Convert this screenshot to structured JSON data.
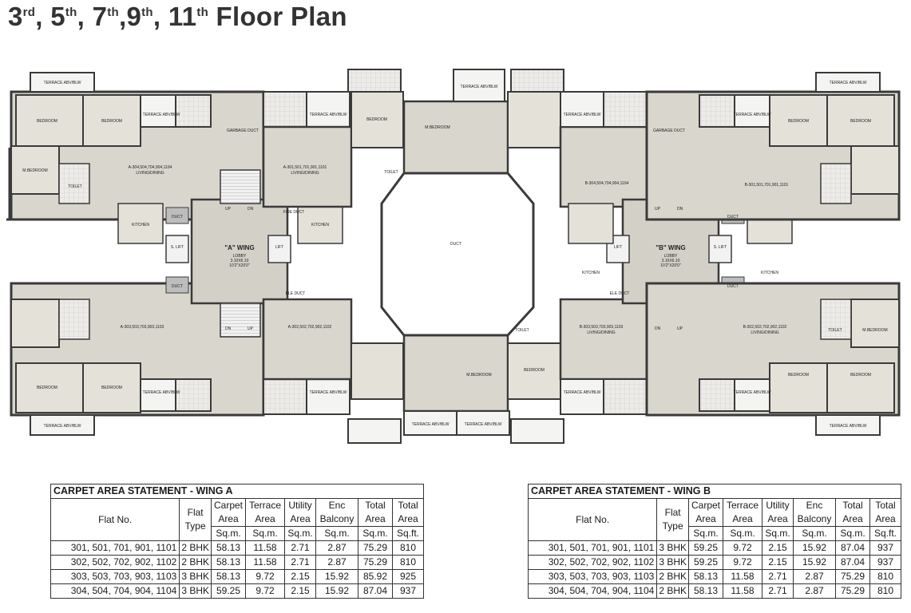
{
  "title": {
    "parts": [
      {
        "num": "3",
        "suf": "rd",
        "sep": ", "
      },
      {
        "num": "5",
        "suf": "th",
        "sep": ", "
      },
      {
        "num": "7",
        "suf": "th",
        "sep": ","
      },
      {
        "num": "9",
        "suf": "th",
        "sep": ", "
      },
      {
        "num": "11",
        "suf": "th",
        "sep": " "
      }
    ],
    "tail": "Floor Plan"
  },
  "plan": {
    "wing_a_label": "\"A\" WING",
    "wing_a_lobby": "LOBBY",
    "wing_a_lobby_dim": "3.10X6.10",
    "wing_a_lobby_ft": "10'2\"X20'0\"",
    "wing_b_label": "\"B\" WING",
    "wing_b_lobby": "LOBBY",
    "wing_b_lobby_dim": "3.10X6.10",
    "wing_b_lobby_ft": "10'2\"X20'0\"",
    "duct": "DUCT",
    "terrace_abvblw": "TERRACE ABV/BLW",
    "bedroom": "BEDROOM",
    "m_bedroom": "M.BEDROOM",
    "kitchen": "KITCHEN",
    "toilet": "TOILET",
    "living": "LIVING/DINING",
    "s_lift": "S. LIFT",
    "lift": "LIFT",
    "fire_duct": "FIRE DUCT",
    "ele_duct": "ELE DUCT",
    "garbage_duct": "GARBAGE DUCT",
    "up": "UP",
    "dn": "DN",
    "unit_a_304": "A-304,504,704,904,1104",
    "unit_a_301": "A-301,501,701,901,1101",
    "unit_a_303": "A-303,503,703,903,1103",
    "unit_a_302": "A-302,502,702,902,1102",
    "unit_b_304": "B-304,504,704,904,1104",
    "unit_b_301": "B-301,501,701,901,1101",
    "unit_b_303": "B-303,503,703,903,1103",
    "unit_b_302": "B-302,502,702,902,1102"
  },
  "wing_a": {
    "caption": "CARPET AREA STATEMENT - WING A",
    "headers": {
      "flat_no": "Flat No.",
      "flat_type": "Flat Type",
      "carpet": "Carpet Area",
      "terrace": "Terrace Area",
      "utility": "Utility Area",
      "enc": "Enc Balcony",
      "total_sqm": "Total Area",
      "total_sqft": "Total Area"
    },
    "units": [
      "Sq.m.",
      "Sq.m.",
      "Sq.m.",
      "Sq.m.",
      "Sq.m.",
      "Sq.ft."
    ],
    "rows": [
      [
        "301, 501, 701, 901, 1101",
        "2 BHK",
        "58.13",
        "11.58",
        "2.71",
        "2.87",
        "75.29",
        "810"
      ],
      [
        "302, 502, 702, 902, 1102",
        "2 BHK",
        "58.13",
        "11.58",
        "2.71",
        "2.87",
        "75.29",
        "810"
      ],
      [
        "303, 503, 703, 903, 1103",
        "3 BHK",
        "58.13",
        "9.72",
        "2.15",
        "15.92",
        "85.92",
        "925"
      ],
      [
        "304, 504, 704, 904, 1104",
        "3 BHK",
        "59.25",
        "9.72",
        "2.15",
        "15.92",
        "87.04",
        "937"
      ]
    ]
  },
  "wing_b": {
    "caption": "CARPET AREA STATEMENT - WING B",
    "headers": {
      "flat_no": "Flat No.",
      "flat_type": "Flat Type",
      "carpet": "Carpet Area",
      "terrace": "Terrace Area",
      "utility": "Utility Area",
      "enc": "Enc Balcony",
      "total_sqm": "Total Area",
      "total_sqft": "Total Area"
    },
    "units": [
      "Sq.m.",
      "Sq.m.",
      "Sq.m.",
      "Sq.m.",
      "Sq.m.",
      "Sq.ft."
    ],
    "rows": [
      [
        "301, 501, 701, 901, 1101",
        "3 BHK",
        "59.25",
        "9.72",
        "2.15",
        "15.92",
        "87.04",
        "937"
      ],
      [
        "302, 502, 702, 902, 1102",
        "3 BHK",
        "59.25",
        "9.72",
        "2.15",
        "15.92",
        "87.04",
        "937"
      ],
      [
        "303, 503, 703, 903, 1103",
        "2 BHK",
        "58.13",
        "11.58",
        "2.71",
        "2.87",
        "75.29",
        "810"
      ],
      [
        "304, 504, 704, 904, 1104",
        "2 BHK",
        "58.13",
        "11.58",
        "2.71",
        "2.87",
        "75.29",
        "810"
      ]
    ]
  },
  "colors": {
    "floor": "#d9d6cd",
    "terrace": "#f4f4f2",
    "wall": "#3a3a3a",
    "shaft": "#bdbdbd"
  }
}
